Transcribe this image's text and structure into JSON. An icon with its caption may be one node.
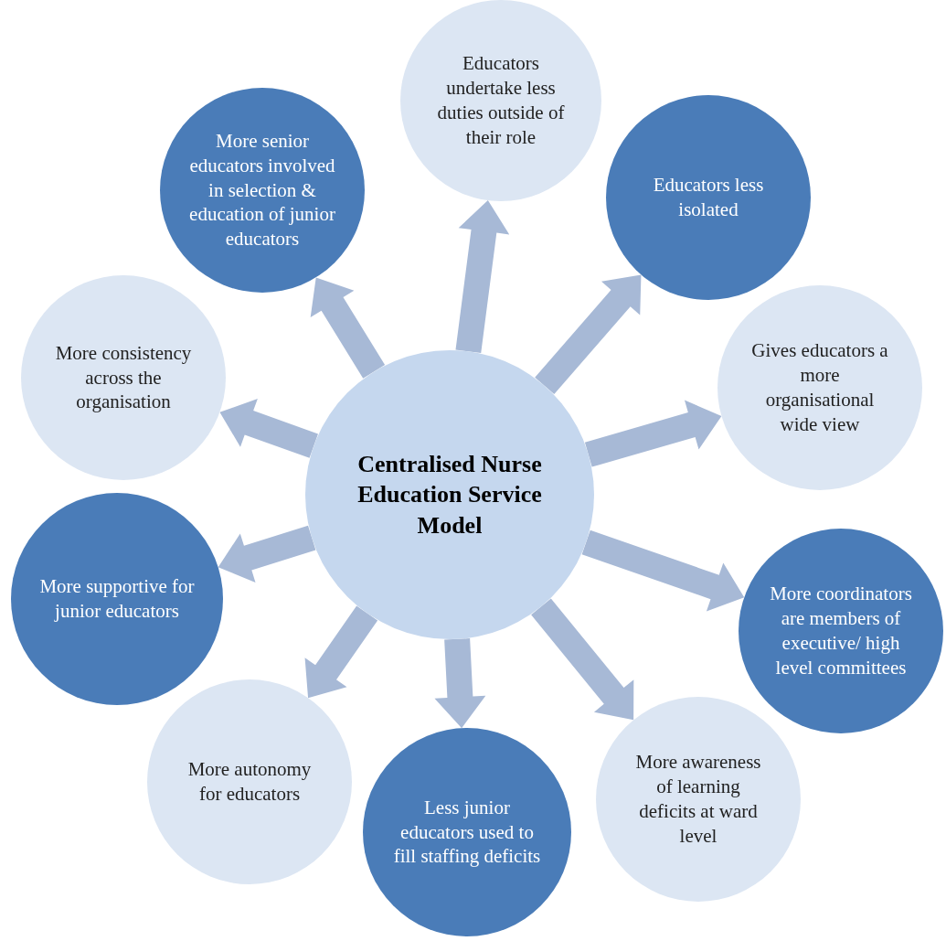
{
  "diagram": {
    "nodes": [
      {
        "text": [
          "Centralised Nurse Education Service Model"
        ]
      },
      {
        "text": [
          "Educators undertake less duties outside of their role"
        ]
      },
      {
        "text": [
          "Educators less isolated"
        ]
      },
      {
        "text": [
          "Gives educators a more organisational wide view"
        ]
      },
      {
        "text": [
          "More coordinators are members of executive/ high level committees"
        ]
      },
      {
        "text": [
          "More awareness of learning deficits at ward level"
        ]
      },
      {
        "text": [
          "Less junior educators used to fill staffing deficits"
        ]
      },
      {
        "text": [
          "More autonomy for educators"
        ]
      },
      {
        "text": [
          "More supportive for junior educators"
        ]
      },
      {
        "text": [
          "More consistency across the organisation"
        ]
      },
      {
        "text": [
          "More senior educators involved in selection & education of junior educators"
        ]
      }
    ],
    "edges": [
      {
        "from": 0,
        "to": 1,
        "arrow": "to"
      },
      {
        "from": 0,
        "to": 2,
        "arrow": "to"
      },
      {
        "from": 0,
        "to": 3,
        "arrow": "to"
      },
      {
        "from": 0,
        "to": 4,
        "arrow": "to"
      },
      {
        "from": 0,
        "to": 5,
        "arrow": "to"
      },
      {
        "from": 0,
        "to": 6,
        "arrow": "to"
      },
      {
        "from": 0,
        "to": 7,
        "arrow": "to"
      },
      {
        "from": 0,
        "to": 8,
        "arrow": "to"
      },
      {
        "from": 0,
        "to": 9,
        "arrow": "to"
      },
      {
        "from": 0,
        "to": 10,
        "arrow": "to"
      }
    ]
  }
}
